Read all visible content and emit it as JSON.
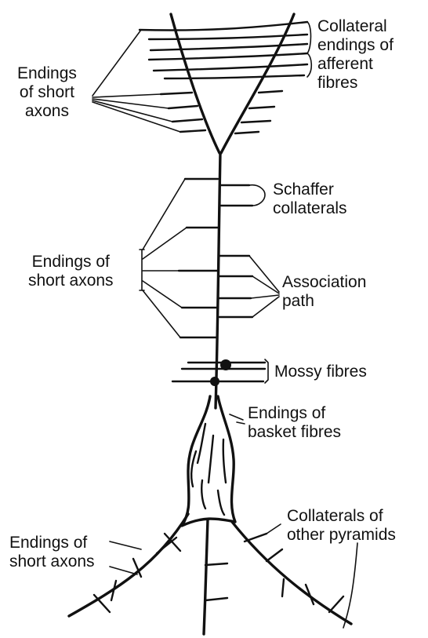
{
  "labels": {
    "collateral_afferent": [
      "Collateral",
      "endings of",
      "afferent",
      "fibres"
    ],
    "endings_short_top": [
      "Endings",
      "of short",
      "axons"
    ],
    "schaffer": [
      "Schaffer",
      "collaterals"
    ],
    "endings_short_mid": [
      "Endings of",
      "short axons"
    ],
    "association": [
      "Association",
      "path"
    ],
    "mossy": [
      "Mossy fibres"
    ],
    "basket": [
      "Endings of",
      "basket fibres"
    ],
    "collaterals_other": [
      "Collaterals of",
      "other pyramids"
    ],
    "endings_short_bottom": [
      "Endings of",
      "short axons"
    ]
  }
}
